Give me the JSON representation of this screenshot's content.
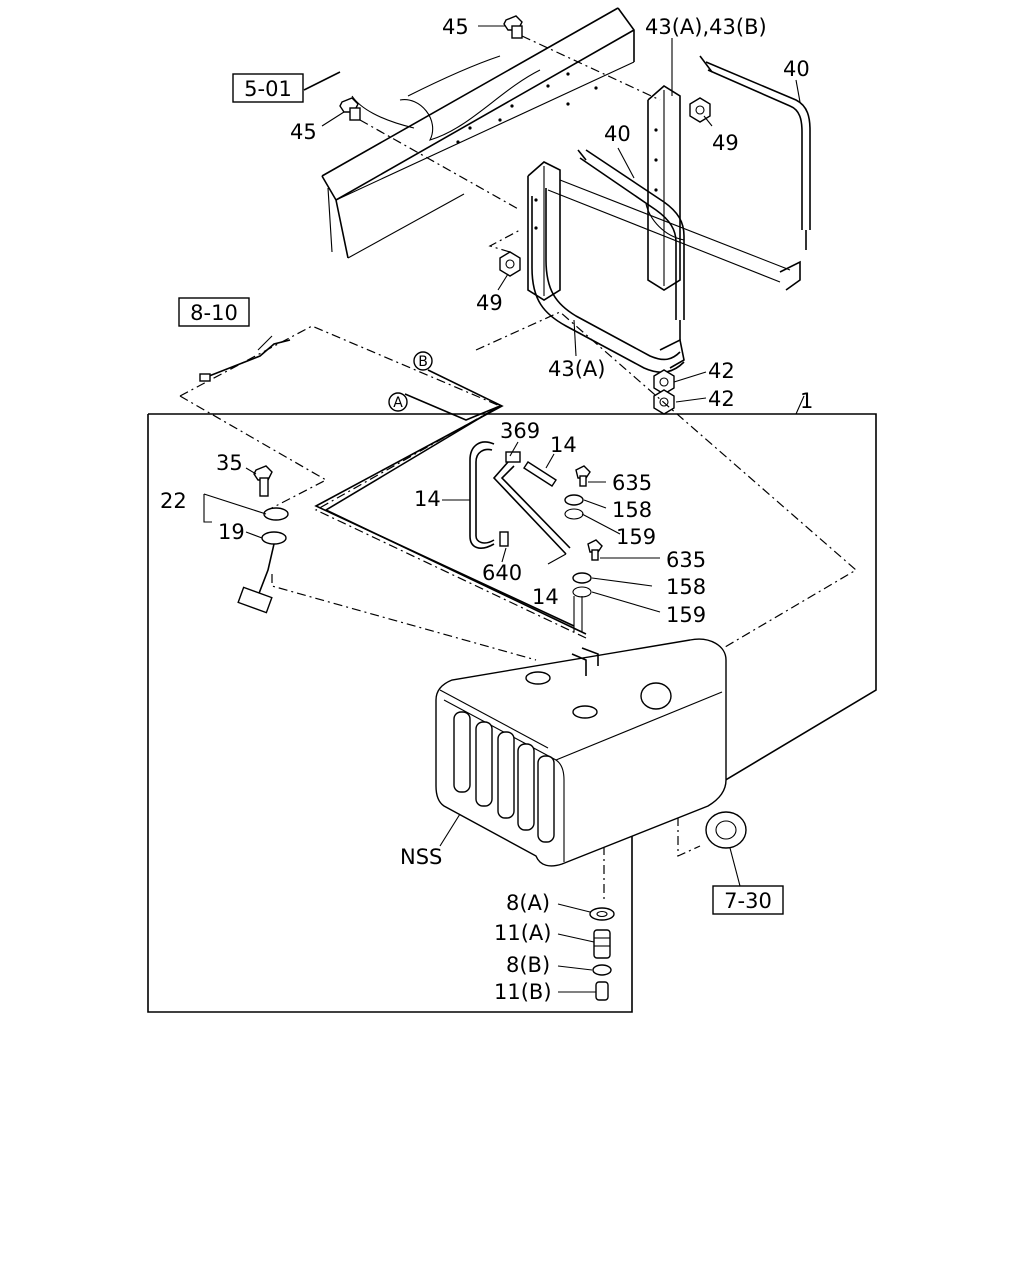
{
  "diagram": {
    "boxed_refs": {
      "frame": "5-01",
      "harness": "8-10",
      "cap": "7-30"
    },
    "circle_refs": {
      "a": "A",
      "b": "B"
    },
    "labels": {
      "bolt_top": "45",
      "bolt_left": "45",
      "bracket_top": "43(A),43(B)",
      "strap_right": "40",
      "strap_mid": "40",
      "nut_right": "49",
      "nut_left": "49",
      "bracket_bottom": "43(A)",
      "nut_42a": "42",
      "nut_42b": "42",
      "tank_assy": "1",
      "hose_369": "369",
      "hose_14_top": "14",
      "hose_14_left": "14",
      "hose_14_bottom": "14",
      "screw_635a": "635",
      "screw_635b": "635",
      "grommet_158a": "158",
      "grommet_158b": "158",
      "clip_159a": "159",
      "clip_159b": "159",
      "fitting_640": "640",
      "screw_35": "35",
      "unit_22": "22",
      "gasket_19": "19",
      "nss": "NSS",
      "washer_8a": "8(A)",
      "plug_11a": "11(A)",
      "washer_8b": "8(B)",
      "plug_11b": "11(B)"
    }
  }
}
